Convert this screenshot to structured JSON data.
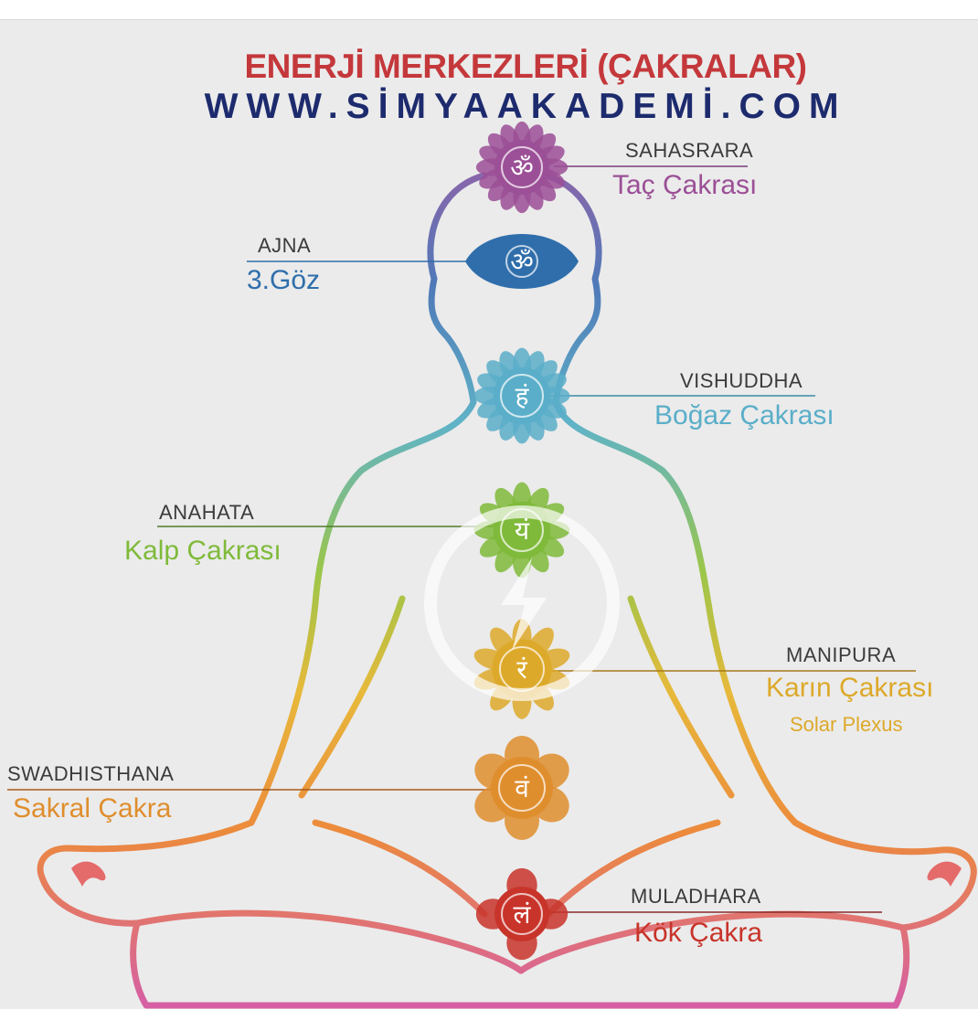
{
  "title": "ENERJİ MERKEZLERİ (ÇAKRALAR)",
  "website": "WWW.SİMYAAKADEMİ.COM",
  "colors": {
    "title": "#c4383b",
    "website": "#1d2b6e",
    "background": "#ebebeb"
  },
  "chakras": [
    {
      "id": "sahasrara",
      "name": "SAHASRARA",
      "subtitle": "Taç Çakrası",
      "color": "#9b4f96",
      "symbol": "ॐ"
    },
    {
      "id": "ajna",
      "name": "AJNA",
      "subtitle": "3.Göz",
      "color": "#2f6eab",
      "symbol": "ॐ"
    },
    {
      "id": "vishuddha",
      "name": "VISHUDDHA",
      "subtitle": "Boğaz Çakrası",
      "color": "#5aaec9",
      "symbol": "हं"
    },
    {
      "id": "anahata",
      "name": "ANAHATA",
      "subtitle": "Kalp Çakrası",
      "color": "#7fba3a",
      "symbol": "यं"
    },
    {
      "id": "manipura",
      "name": "MANIPURA",
      "subtitle": "Karın Çakrası",
      "extra": "Solar Plexus",
      "color": "#dda92a",
      "symbol": "रं"
    },
    {
      "id": "swadhisthana",
      "name": "SWADHISTHANA",
      "subtitle": "Sakral Çakra",
      "color": "#df8e2e",
      "symbol": "वं"
    },
    {
      "id": "muladhara",
      "name": "MULADHARA",
      "subtitle": "Kök Çakra",
      "color": "#c8342a",
      "symbol": "लं"
    }
  ]
}
